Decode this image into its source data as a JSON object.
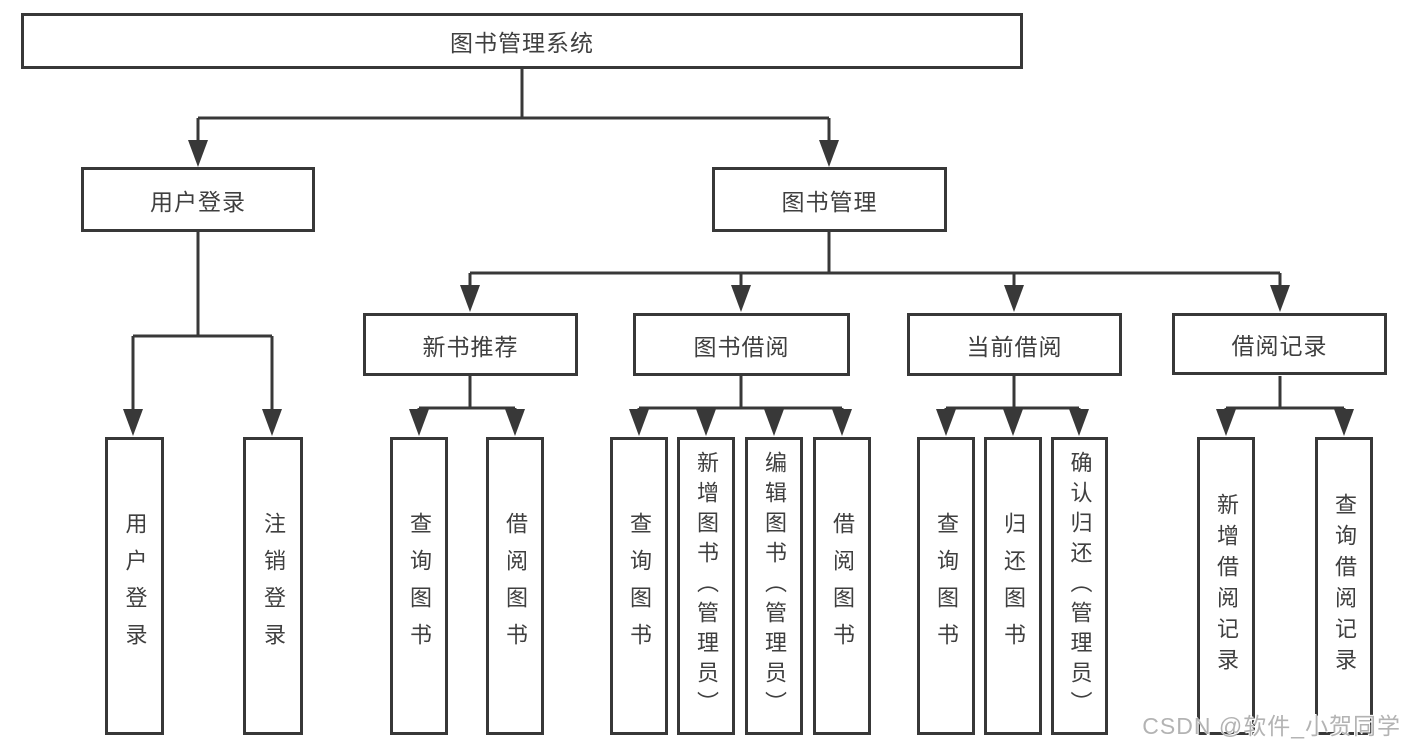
{
  "diagram": {
    "root": {
      "label": "图书管理系统"
    },
    "branches": [
      {
        "label": "用户登录",
        "children": [
          {
            "label": "用户登录"
          },
          {
            "label": "注销登录"
          }
        ]
      },
      {
        "label": "图书管理",
        "sections": [
          {
            "label": "新书推荐",
            "children": [
              {
                "label": "查询图书"
              },
              {
                "label": "借阅图书"
              }
            ]
          },
          {
            "label": "图书借阅",
            "children": [
              {
                "label": "查询图书"
              },
              {
                "label": "新增图书（管理员）"
              },
              {
                "label": "编辑图书（管理员）"
              },
              {
                "label": "借阅图书"
              }
            ]
          },
          {
            "label": "当前借阅",
            "children": [
              {
                "label": "查询图书"
              },
              {
                "label": "归还图书"
              },
              {
                "label": "确认归还（管理员）"
              }
            ]
          },
          {
            "label": "借阅记录",
            "children": [
              {
                "label": "新增借阅记录"
              },
              {
                "label": "查询借阅记录"
              }
            ]
          }
        ]
      }
    ],
    "colors": {
      "line": "#383838",
      "text": "#3f3f3f",
      "background": "#ffffff",
      "watermark": "#b3b3b3"
    }
  },
  "watermark": {
    "text": "CSDN @软件_小贺同学"
  }
}
